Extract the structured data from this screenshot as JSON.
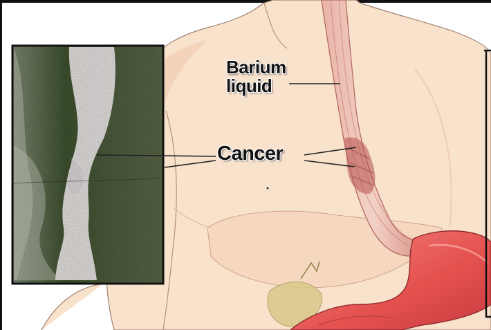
{
  "labels": {
    "barium_line1": "Barium",
    "barium_line2": "liquid",
    "cancer": "Cancer"
  },
  "colors": {
    "skin": "#f9e2cc",
    "skin_shadow": "#efc9aa",
    "esophagus": "#d98a80",
    "stomach": "#e4514f",
    "xray_background": "#4f5e3f",
    "xray_barium": "#eeeaea",
    "outline": "#111111"
  }
}
